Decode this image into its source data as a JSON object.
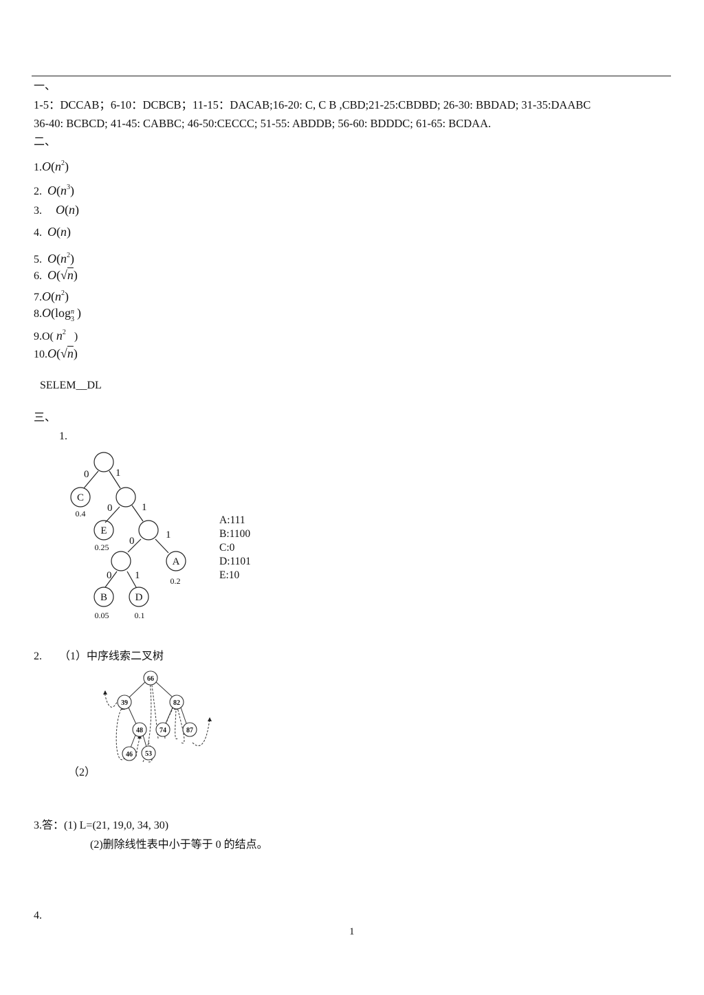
{
  "section1": {
    "heading": "一、",
    "answers_line1": "1-5：DCCAB；6-10：DCBCB；11-15：DACAB;16-20: C, C B ,CBD;21-25:CBDBD; 26-30: BBDAD; 31-35:DAABC",
    "answers_line2": "36-40: BCBCD; 41-45: CABBC; 46-50:CECCC; 51-55: ABDDB; 56-60: BDDDC; 61-65: BCDAA."
  },
  "section2": {
    "heading": "二、",
    "items": [
      {
        "num": "1.",
        "expr": "O(n²)"
      },
      {
        "num": "2.",
        "expr": "O(n³)"
      },
      {
        "num": "3.",
        "expr": "O(n)"
      },
      {
        "num": "4.",
        "expr": "O(n)"
      },
      {
        "num": "5.",
        "expr": "O(n²)"
      },
      {
        "num": "6.",
        "expr": "O(√n)"
      },
      {
        "num": "7.",
        "expr": "O(n²)"
      },
      {
        "num": "8.",
        "expr": "O(log₃ⁿ)"
      },
      {
        "num": "9.",
        "expr": "O( n² )"
      },
      {
        "num": "10.",
        "expr": "O(√n)"
      }
    ],
    "code_text": "SELEM__DL"
  },
  "section3": {
    "heading": "三、",
    "q1": {
      "num": "1.",
      "tree": {
        "edge_labels": [
          "0",
          "1",
          "0",
          "1",
          "0",
          "1",
          "0",
          "1"
        ],
        "leaves": [
          {
            "name": "C",
            "weight": "0.4"
          },
          {
            "name": "E",
            "weight": "0.25"
          },
          {
            "name": "A",
            "weight": "0.2"
          },
          {
            "name": "B",
            "weight": "0.05"
          },
          {
            "name": "D",
            "weight": "0.1"
          }
        ]
      },
      "codes": [
        "A:111",
        "B:1100",
        "C:0",
        "D:1101",
        "E:10"
      ]
    },
    "q2": {
      "num": "2.",
      "part1": "（1）中序线索二叉树",
      "part2": "（2）",
      "nodes": [
        "66",
        "39",
        "82",
        "48",
        "74",
        "87",
        "46",
        "53"
      ]
    },
    "q3": {
      "line1": "3.答：(1) L=(21, 19,0, 34, 30)",
      "line2": "(2)删除线性表中小于等于 0 的结点。"
    },
    "q4": {
      "num": "4."
    }
  },
  "page_number": "1"
}
